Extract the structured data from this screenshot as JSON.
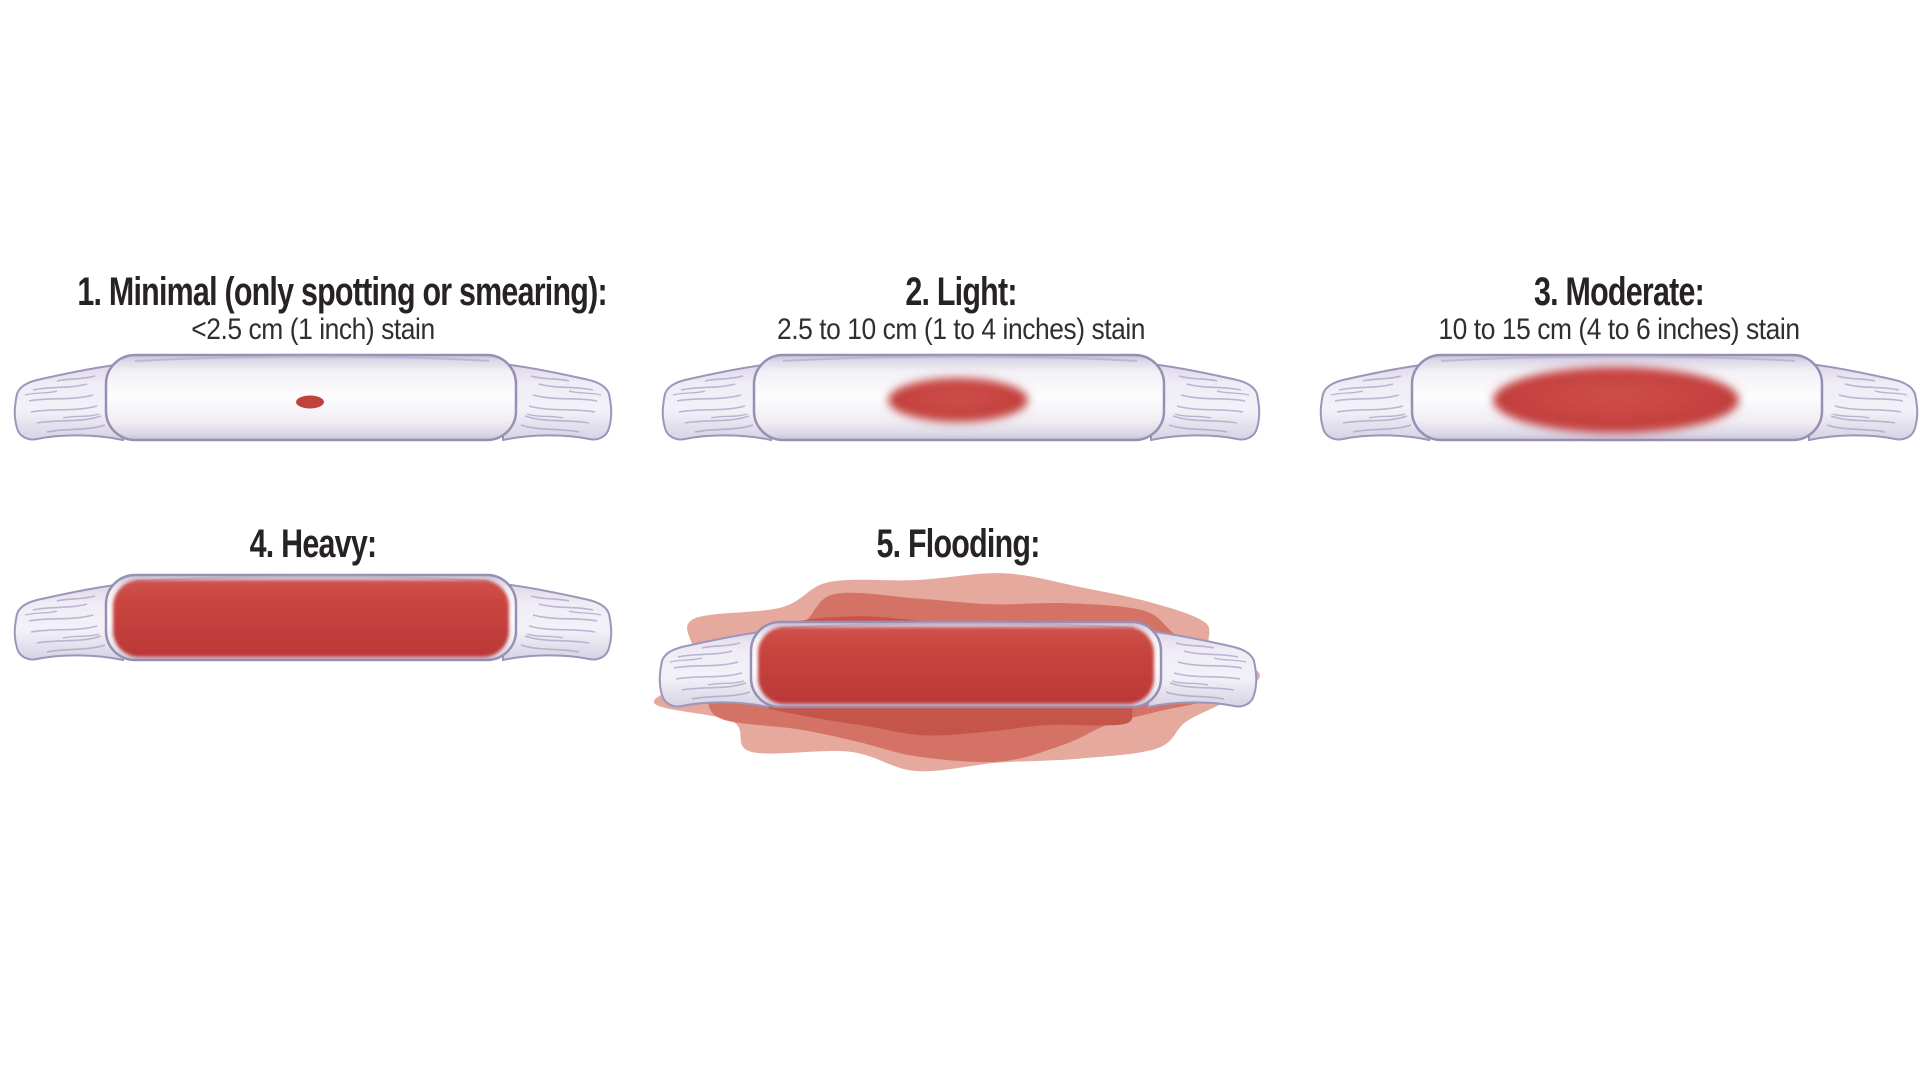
{
  "figure": {
    "description": "Five-level pad staining scale",
    "background": "#ffffff"
  },
  "panels": [
    {
      "key": "minimal",
      "title": "1. Minimal (only spotting or smearing):",
      "subtitle": "<2.5 cm (1 inch) stain",
      "stain_level": "spot"
    },
    {
      "key": "light",
      "title": "2. Light:",
      "subtitle": "2.5 to 10 cm (1 to 4 inches) stain",
      "stain_level": "oval-small"
    },
    {
      "key": "moderate",
      "title": "3. Moderate:",
      "subtitle": "10 to 15 cm (4 to 6 inches) stain",
      "stain_level": "oval-large"
    },
    {
      "key": "heavy",
      "title": "4. Heavy:",
      "subtitle": "",
      "stain_level": "full"
    },
    {
      "key": "flooding",
      "title": "5. Flooding:",
      "subtitle": "",
      "stain_level": "overflow"
    }
  ],
  "colors": {
    "text": "#272224",
    "subtitle_text": "#322e2f",
    "background": "#ffffff",
    "pad_edge": "#9890b4",
    "tail_edge": "#9d95ba",
    "tail_crease": "#a59cc4",
    "tail_crease_dark": "#8d84ae",
    "pad_top_accent": "#b7b0cd",
    "stain_spot": "#c0423e",
    "stain_red": "#c5423f",
    "stain_red_light": "#d0524b",
    "stain_red_dark": "#ba3837",
    "flood_outer": "#de9486",
    "flood_mid": "#d26c5e",
    "flood_inner": "#c65549"
  }
}
